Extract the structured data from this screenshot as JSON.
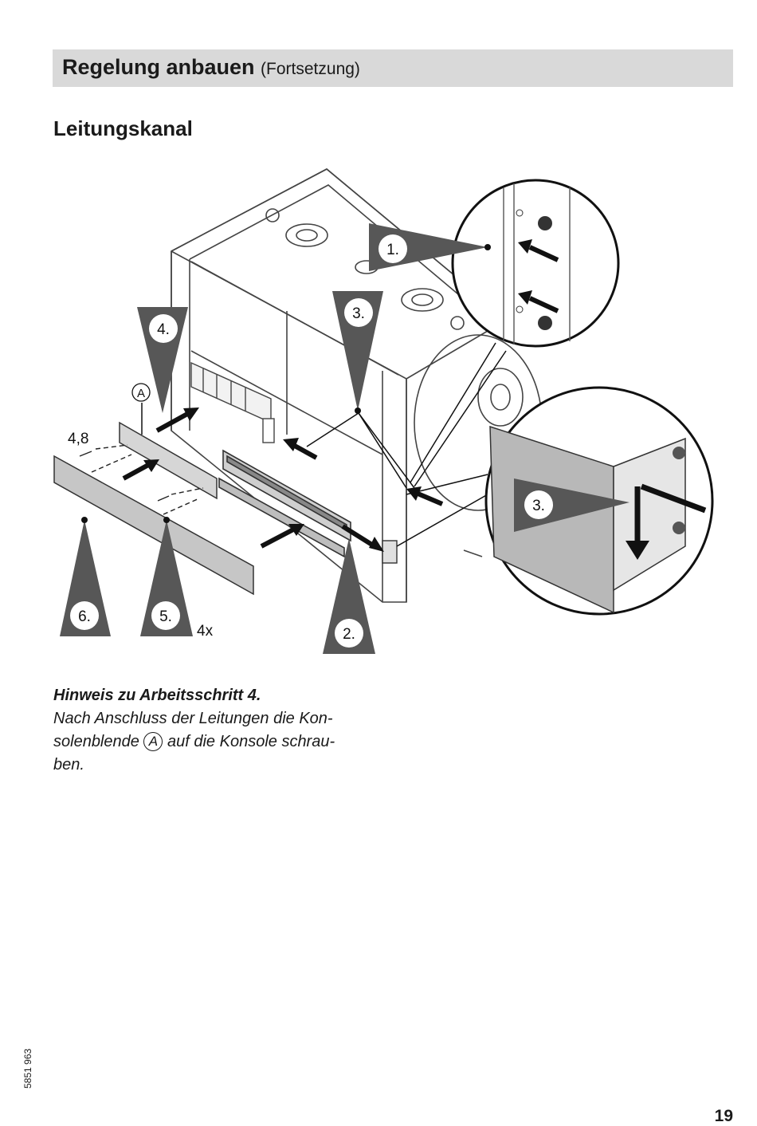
{
  "header": {
    "title": "Regelung anbauen",
    "continuation": "(Fortsetzung)"
  },
  "section_title": "Leitungskanal",
  "figure": {
    "callouts": {
      "step1": "1.",
      "step2": "2.",
      "step3a": "3.",
      "step3b": "3.",
      "step4": "4.",
      "step5": "5.",
      "step6": "6."
    },
    "part_label_a": "A",
    "screw_size": "4,8",
    "quantity": "4x"
  },
  "note": {
    "title": "Hinweis zu Arbeitsschritt 4.",
    "line1": "Nach Anschluss der Leitungen die Kon-",
    "line2_before": "solenblende",
    "circled": "A",
    "line2_after": "auf die Konsole schrau-",
    "line3": "ben."
  },
  "doc_number": "5851 963",
  "page_number": "19"
}
